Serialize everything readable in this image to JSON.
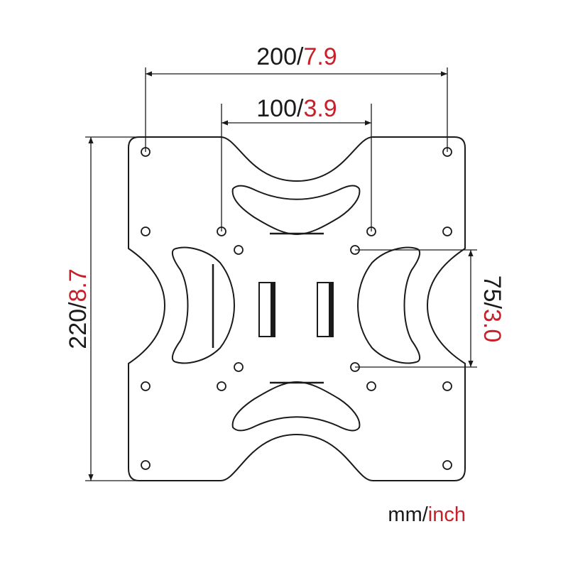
{
  "dimensions": {
    "width_outer": {
      "mm": "200/",
      "inch": "7.9"
    },
    "width_inner": {
      "mm": "100/",
      "inch": "3.9"
    },
    "height_total": {
      "mm": "220/",
      "inch": "8.7"
    },
    "height_inner": {
      "mm": "75/",
      "inch": "3.0"
    }
  },
  "units": {
    "mm": "mm/",
    "inch": "inch"
  },
  "colors": {
    "line": "#1a1a1a",
    "imperial": "#c8202a"
  }
}
